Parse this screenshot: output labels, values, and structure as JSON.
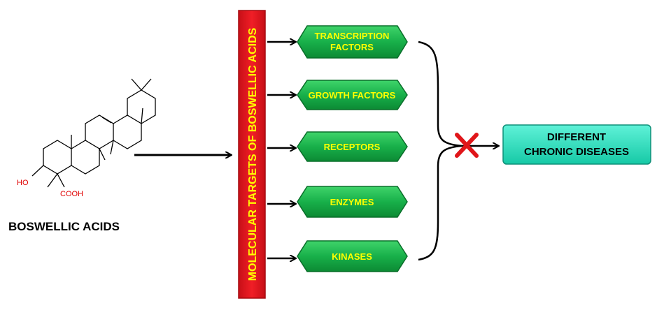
{
  "compound": {
    "name": "BOSWELLIC ACIDS",
    "atom_labels": {
      "hydroxyl": "HO",
      "carboxyl": "COOH"
    }
  },
  "central_bar": {
    "label": "MOLECULAR TARGETS OF BOSWELLIC ACIDS"
  },
  "targets": [
    {
      "lines": [
        "TRANSCRIPTION",
        "FACTORS"
      ]
    },
    {
      "lines": [
        "GROWTH FACTORS"
      ]
    },
    {
      "lines": [
        "RECEPTORS"
      ]
    },
    {
      "lines": [
        "ENZYMES"
      ]
    },
    {
      "lines": [
        "KINASES"
      ]
    }
  ],
  "outcome": {
    "lines": [
      "DIFFERENT",
      "CHRONIC DISEASES"
    ]
  },
  "colors": {
    "target_fill": "#19b24a",
    "target_text": "#ffff00",
    "bar_fill": "#e8141c",
    "outcome_fill": "#2ee6c2",
    "inhibit_mark": "#e0161a",
    "atom_text": "#e00000"
  },
  "icons": {
    "inhibition": "red-x-icon"
  }
}
